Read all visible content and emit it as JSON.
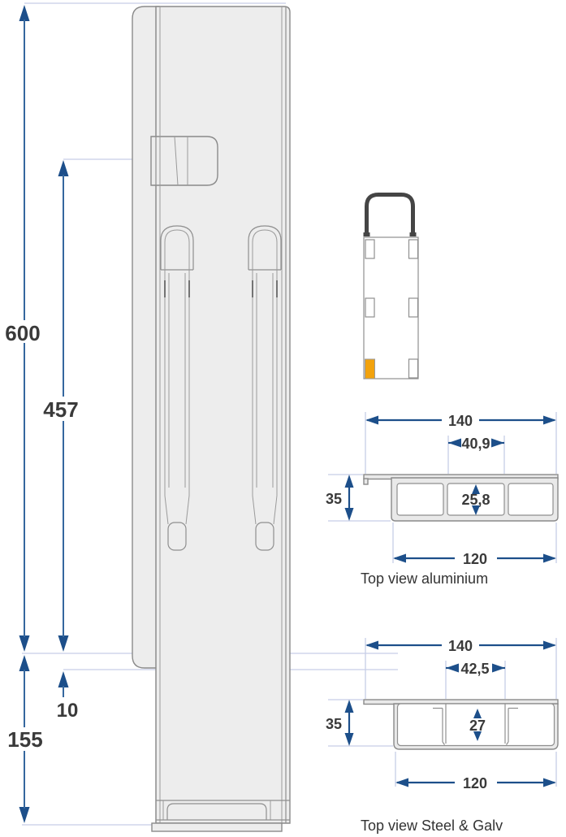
{
  "side_view": {
    "dim_full_height": "600",
    "dim_rail_height": "457",
    "dim_rail_offset": "10",
    "dim_base_height": "155"
  },
  "section_aluminium": {
    "caption": "Top view aluminium",
    "dim_width_overall": "140",
    "dim_width_center": "40,9",
    "dim_depth": "35",
    "dim_center_opening": "25,8",
    "dim_width_body": "120"
  },
  "section_steel": {
    "caption": "Top view Steel & Galv",
    "dim_width_overall": "140",
    "dim_width_center": "42,5",
    "dim_depth": "35",
    "dim_center_opening": "27",
    "dim_width_body": "120"
  },
  "colors": {
    "dimension_blue": "#1d4f8a",
    "dimension_line_blue": "#35679e",
    "extension_line": "#c7cee6",
    "outline_gray": "#8a8a8a",
    "fill_gray": "#ededed",
    "handle_dark": "#454545",
    "accent_orange": "#f2a20c",
    "label_text": "#3a3a3a"
  }
}
